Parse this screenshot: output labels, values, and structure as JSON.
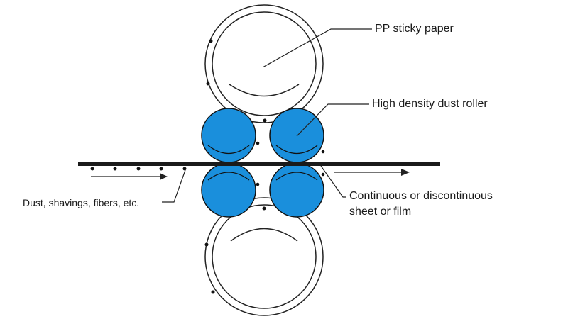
{
  "labels": {
    "pp_sticky_paper": "PP sticky paper",
    "high_density_dust_roller": "High density dust roller",
    "continuous_line1": "Continuous or discontinuous",
    "continuous_line2": "sheet or film",
    "dust": "Dust, shavings, fibers, etc."
  },
  "colors": {
    "dust_roller_fill": "#1a8fdc",
    "line": "#222222",
    "sheet": "#1a1a1a",
    "background": "#ffffff"
  }
}
